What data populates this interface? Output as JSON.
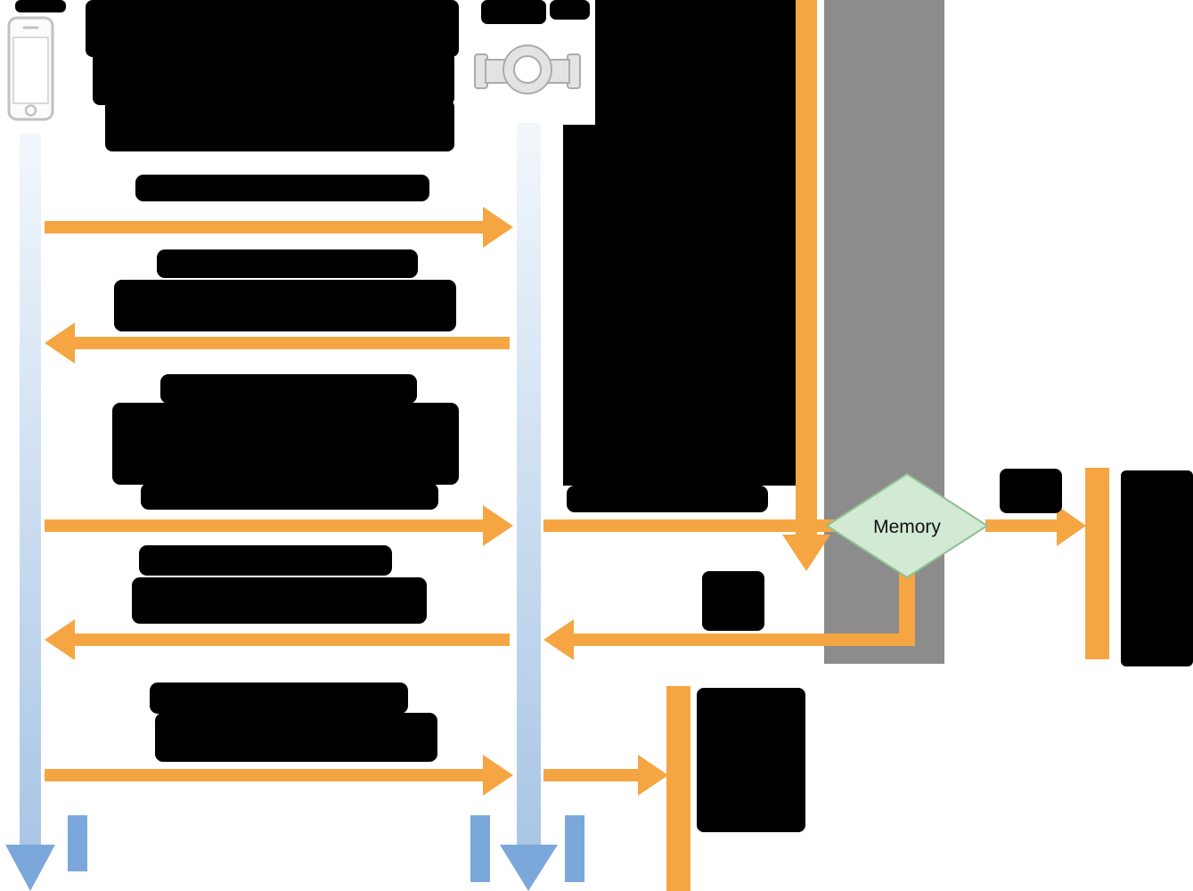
{
  "page": {
    "background": "#FFFFFF"
  },
  "diagram": {
    "kind": "sequence-flow-diagram",
    "actors": [
      {
        "id": "smartphone",
        "icon": "smartphone-icon",
        "label_visible": false,
        "label_redacted_block": true
      },
      {
        "id": "valve",
        "icon": "valve-icon",
        "label_visible": false,
        "label_redacted_block": true
      }
    ],
    "decision": {
      "shape": "diamond",
      "label": "Memory"
    },
    "messages": [
      {
        "index": 1,
        "from": "smartphone",
        "to": "valve",
        "direction": "right",
        "label_visible": false,
        "label_redacted_block": true
      },
      {
        "index": 2,
        "from": "valve",
        "to": "smartphone",
        "direction": "left",
        "label_visible": false,
        "label_redacted_block": true
      },
      {
        "index": 3,
        "from": "smartphone",
        "to": "valve",
        "direction": "right",
        "continues_to": "decision",
        "label_visible": false,
        "label_redacted_block": true
      },
      {
        "index": 4,
        "from": "decision",
        "to": "smartphone",
        "direction": "left",
        "label_visible": false,
        "label_redacted_block": true
      },
      {
        "index": 5,
        "from": "smartphone",
        "to": "valve",
        "direction": "right",
        "continues_to": "downward-flow",
        "label_visible": false,
        "label_redacted_block": true
      }
    ],
    "branches": [
      {
        "from": "decision",
        "direction": "right",
        "label_visible": false,
        "label_redacted_block": true
      },
      {
        "from": "decision",
        "direction": "down",
        "label_visible": false,
        "label_redacted_block": true
      }
    ],
    "redacted_blocks_count": 12,
    "colors": {
      "arrow_orange": "#F5A642",
      "lifeline_gradient_top": "#F2F7FC",
      "lifeline_gradient_bottom": "#A9C6E5",
      "lifeline_arrow_blue": "#7BA7DB",
      "gray_band": "#8C8C8C",
      "decision_fill": "#D2E9D3",
      "decision_stroke": "#8FBF92",
      "redacted_block": "#000000",
      "icon_gray": "#E3E3E3",
      "icon_stroke": "#ABABAB"
    }
  }
}
